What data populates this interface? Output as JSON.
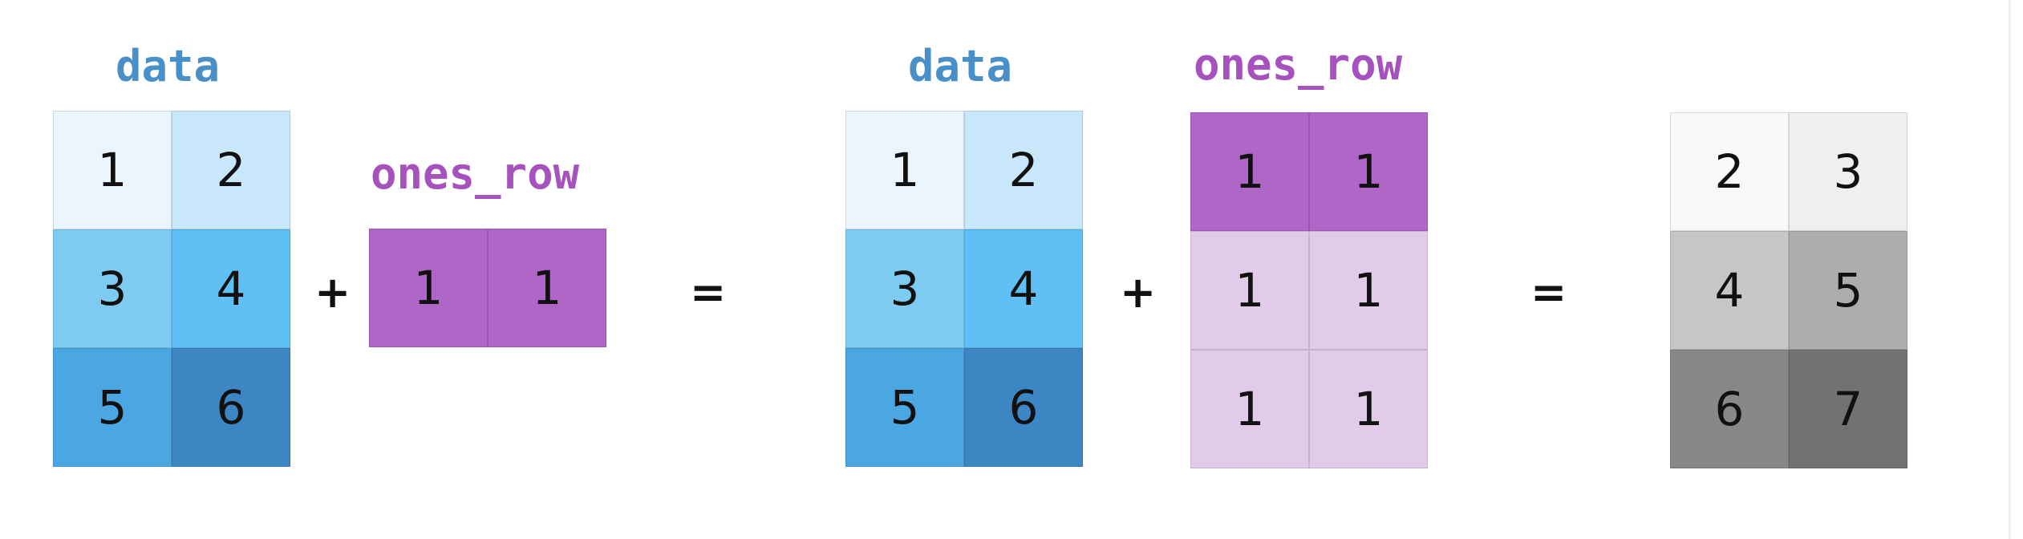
{
  "diagram": {
    "left_equation": {
      "data_label": "data",
      "ones_label": "ones_row",
      "plus": "+",
      "equals": "=",
      "data": [
        [
          "1",
          "2"
        ],
        [
          "3",
          "4"
        ],
        [
          "5",
          "6"
        ]
      ],
      "ones_row": [
        [
          "1",
          "1"
        ]
      ]
    },
    "right_equation": {
      "data_label": "data",
      "ones_label": "ones_row",
      "plus": "+",
      "equals": "=",
      "data": [
        [
          "1",
          "2"
        ],
        [
          "3",
          "4"
        ],
        [
          "5",
          "6"
        ]
      ],
      "ones_broadcast": [
        [
          "1",
          "1"
        ],
        [
          "1",
          "1"
        ],
        [
          "1",
          "1"
        ]
      ],
      "result": [
        [
          "2",
          "3"
        ],
        [
          "4",
          "5"
        ],
        [
          "6",
          "7"
        ]
      ]
    },
    "colors": {
      "data_label": "#4a90c8",
      "ones_label": "#a552be",
      "data_cells": [
        [
          "#eaf5fd",
          "#c8e7fa"
        ],
        [
          "#7ecbf2",
          "#5ec0f4"
        ],
        [
          "#4aa7e2",
          "#3d86c4"
        ]
      ],
      "ones_row_cell": "#af66c6",
      "ones_broadcast_cell": "#e2cbe9",
      "result_cells": [
        [
          "#f8f8f8",
          "#efefef"
        ],
        [
          "#c6c6c5",
          "#adadad"
        ],
        [
          "#888888",
          "#727272"
        ]
      ]
    }
  }
}
